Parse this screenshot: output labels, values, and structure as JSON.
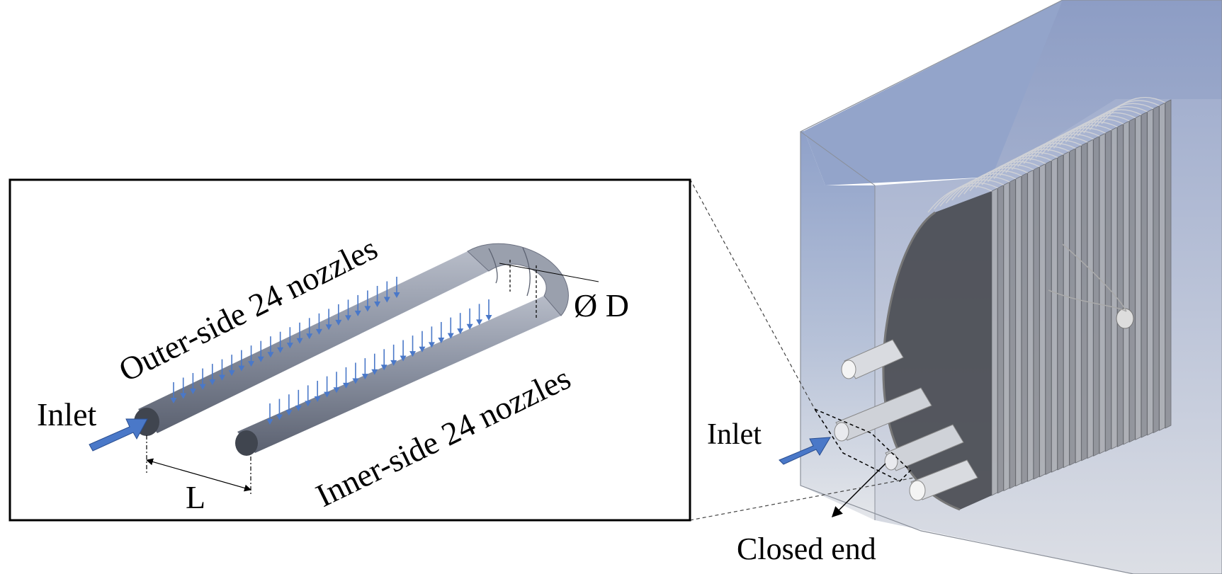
{
  "labels": {
    "outer_side": "Outer-side 24 nozzles",
    "inner_side": "Inner-side 24 nozzles",
    "diameter": "Ø D",
    "spacing": "L",
    "inlet_detail": "Inlet",
    "inlet_assembly": "Inlet",
    "closed_end": "Closed end"
  },
  "nozzles": {
    "outer_count": 24,
    "inner_count": 24
  },
  "assembly": {
    "fin_count": 30
  },
  "colors": {
    "tube": "#8c93a3",
    "tube_dark": "#5b6170",
    "flow_arrow": "#4a78c8",
    "housing_top": "#8ea0c8",
    "housing_side": "#a7b6d4",
    "fin": "#7a7a7a"
  }
}
